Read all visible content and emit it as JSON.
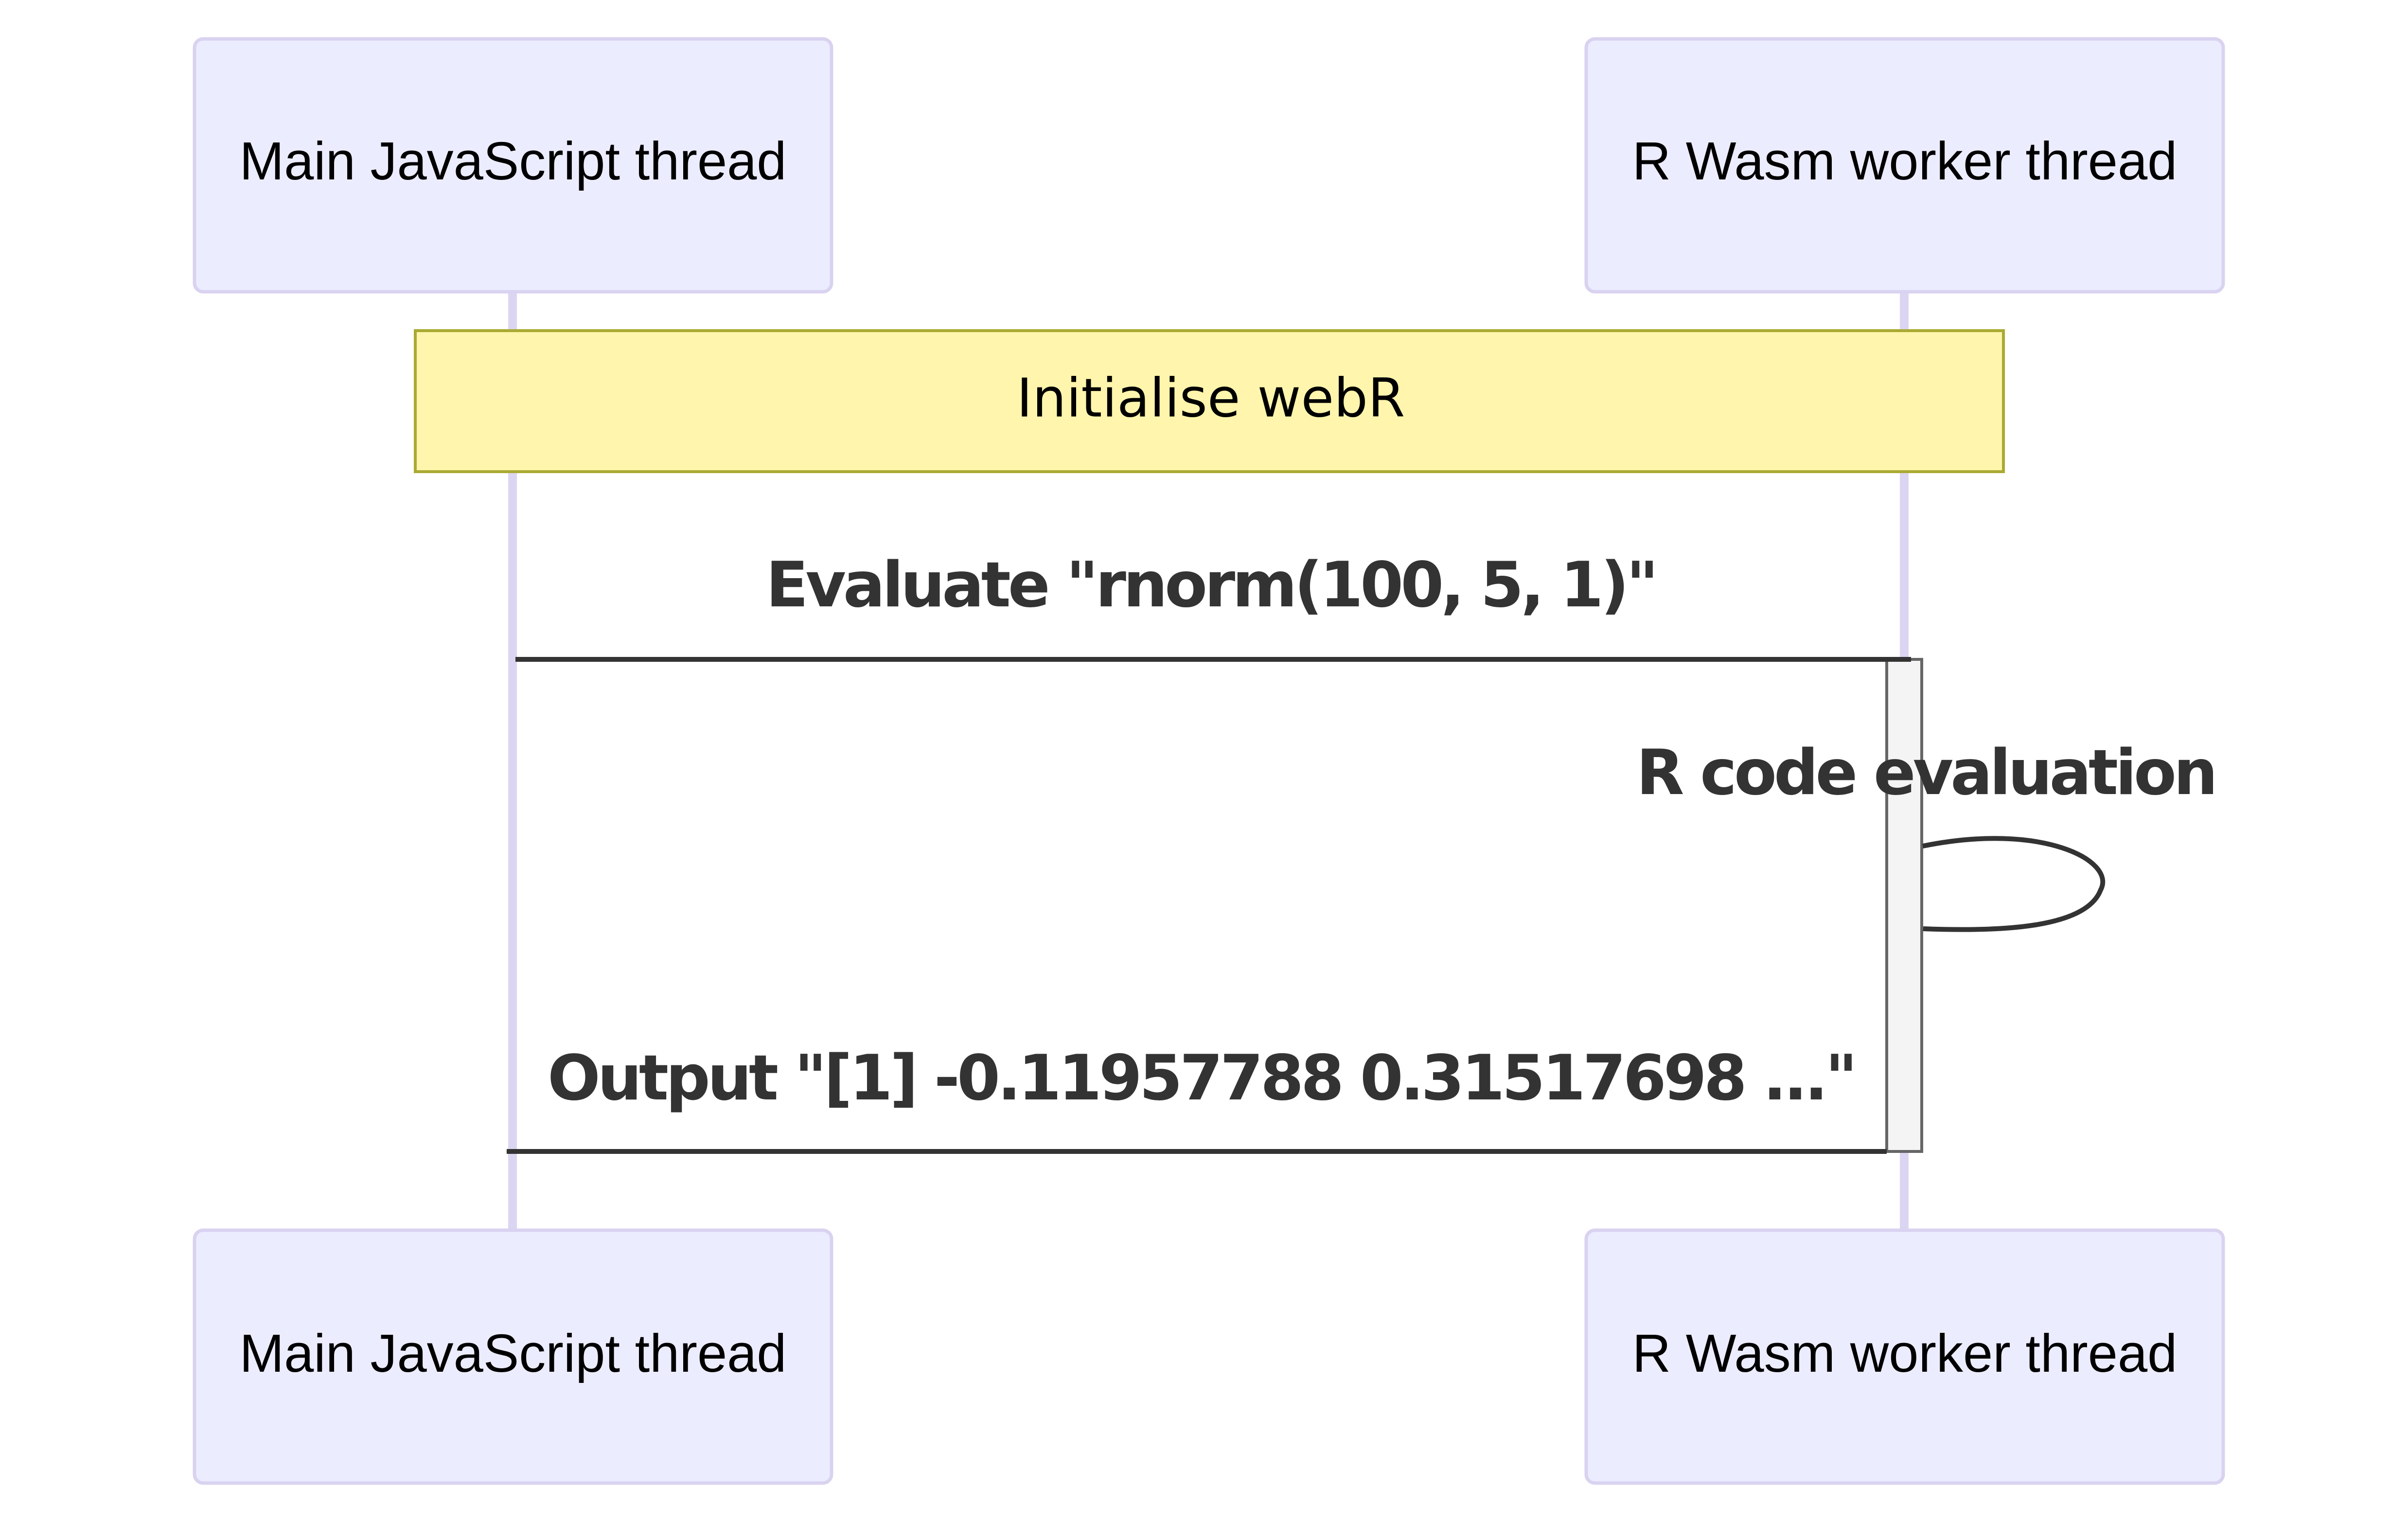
{
  "participants": [
    {
      "id": "main",
      "label": "Main JavaScript thread"
    },
    {
      "id": "worker",
      "label": "R Wasm worker thread"
    }
  ],
  "note": {
    "label": "Initialise webR",
    "over": [
      "main",
      "worker"
    ]
  },
  "messages": [
    {
      "from": "main",
      "to": "worker",
      "label": "Evaluate \"rnorm(100, 5, 1)\"",
      "type": "solid-arrow"
    },
    {
      "from": "worker",
      "to": "worker",
      "label": "R code evaluation",
      "type": "self-arrow"
    },
    {
      "from": "worker",
      "to": "main",
      "label": "Output \"[1] -0.11957788 0.31517698 ...\"",
      "type": "solid-arrow"
    }
  ],
  "colors": {
    "actor_fill": "#ECECFF",
    "actor_stroke": "#D9D2F0",
    "lifeline": "#DCD5F2",
    "note_fill": "#FFF5AD",
    "note_stroke": "#AAAA33",
    "arrow": "#333333",
    "activation_fill": "#F4F4F4",
    "activation_stroke": "#666666"
  }
}
